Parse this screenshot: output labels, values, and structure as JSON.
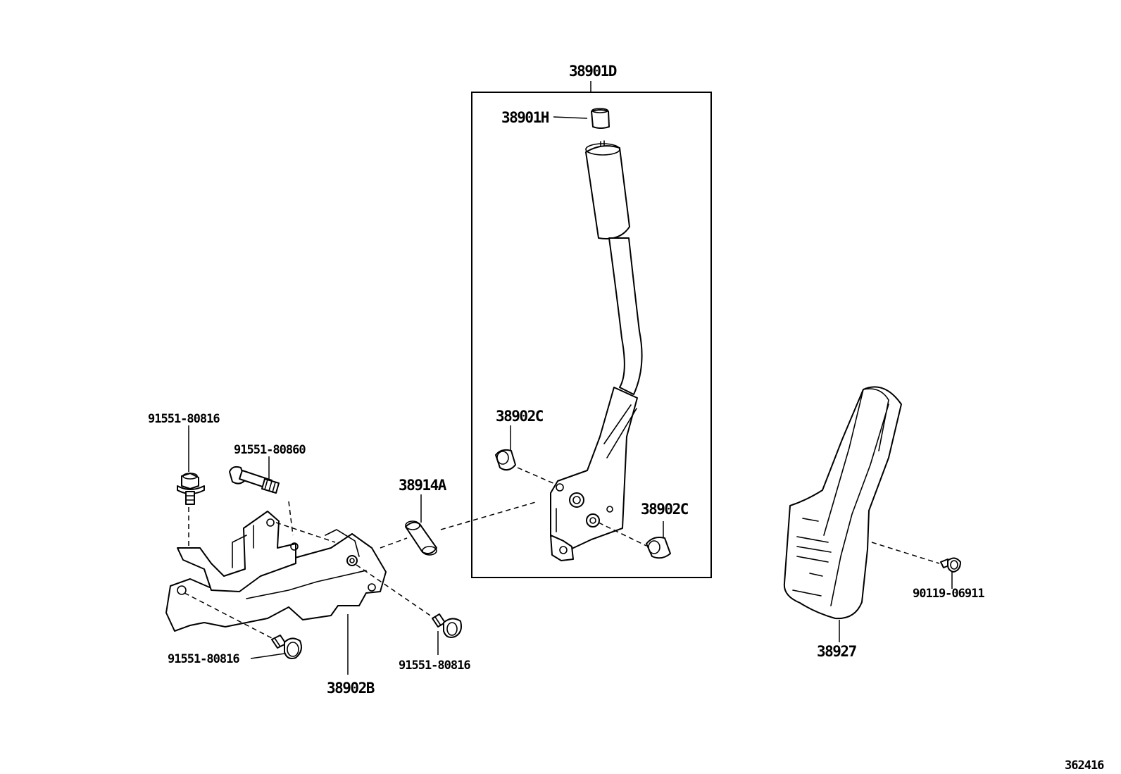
{
  "diagram_id": "362416",
  "labels": {
    "lever_assembly": "38901D",
    "knob_cap": "38901H",
    "bushing_upper": "38902C",
    "bushing_lower": "38902C",
    "collar": "38914A",
    "bracket": "38902B",
    "cover": "38927",
    "bolt_top": "91551-80816",
    "bolt_long": "91551-80860",
    "bolt_bottom_left": "91551-80816",
    "bolt_bottom_mid": "91551-80816",
    "screw_cover": "90119-06911"
  }
}
